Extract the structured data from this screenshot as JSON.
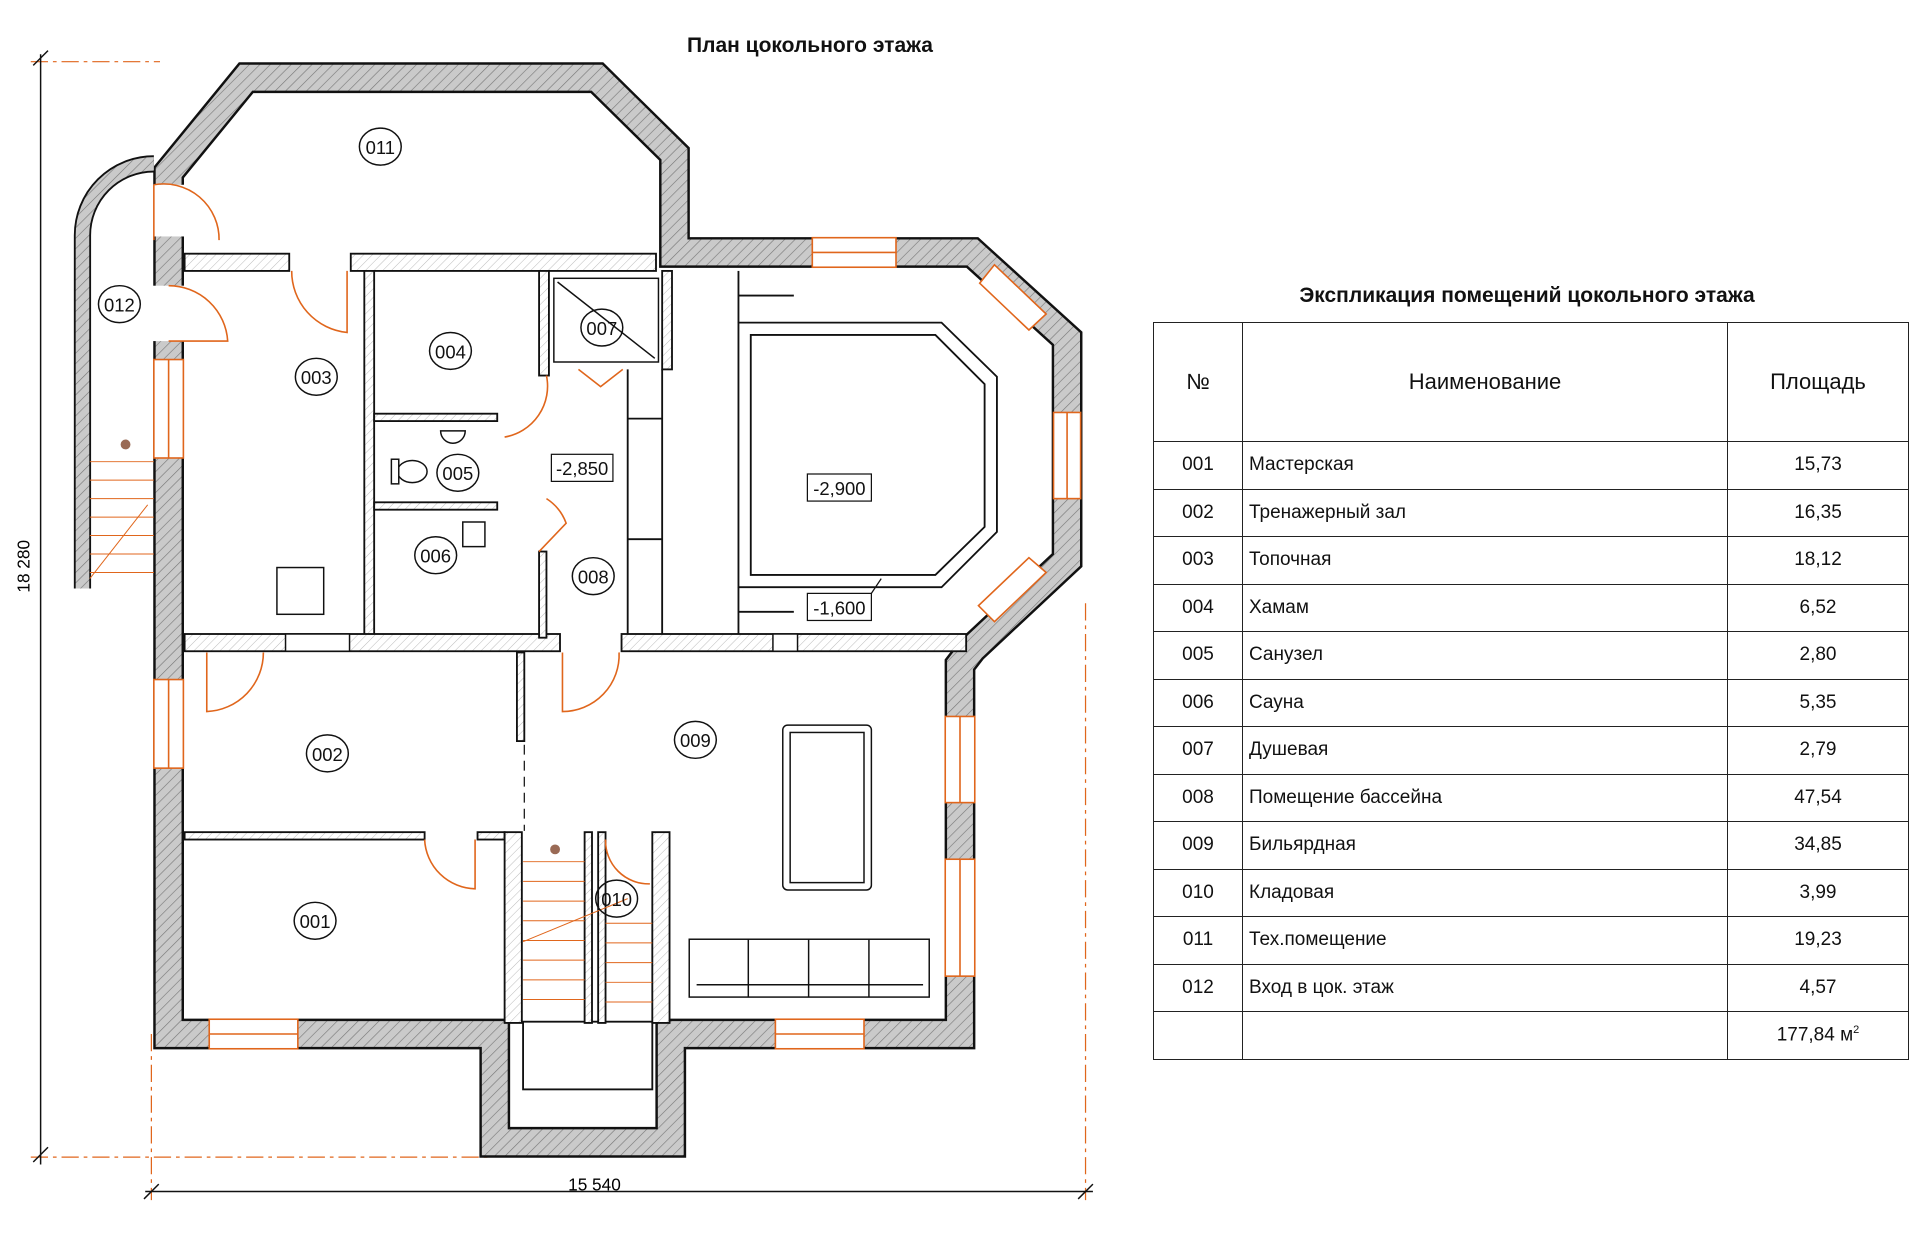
{
  "plan": {
    "title": "План цокольного этажа",
    "rooms": {
      "r001": "001",
      "r002": "002",
      "r003": "003",
      "r004": "004",
      "r005": "005",
      "r006": "006",
      "r007": "007",
      "r008": "008",
      "r009": "009",
      "r010": "010",
      "r011": "011",
      "r012": "012"
    },
    "levels": {
      "corridor": "-2,850",
      "pool": "-2,900",
      "pool_side": "-1,600"
    },
    "dimensions": {
      "height": "18 280",
      "width": "15 540"
    },
    "colors": {
      "wall_fill": "#c9c9c9",
      "accent": "#e0661c",
      "line": "#111111"
    }
  },
  "explication": {
    "title": "Экспликация помещений цокольного этажа",
    "headers": {
      "num": "№",
      "name": "Наименование",
      "area": "Площадь"
    },
    "rows": [
      {
        "num": "001",
        "name": "Мастерская",
        "area": "15,73"
      },
      {
        "num": "002",
        "name": "Тренажерный зал",
        "area": "16,35"
      },
      {
        "num": "003",
        "name": "Топочная",
        "area": "18,12"
      },
      {
        "num": "004",
        "name": "Хамам",
        "area": "6,52"
      },
      {
        "num": "005",
        "name": "Санузел",
        "area": "2,80"
      },
      {
        "num": "006",
        "name": "Сауна",
        "area": "5,35"
      },
      {
        "num": "007",
        "name": "Душевая",
        "area": "2,79"
      },
      {
        "num": "008",
        "name": "Помещение бассейна",
        "area": "47,54"
      },
      {
        "num": "009",
        "name": "Бильярдная",
        "area": "34,85"
      },
      {
        "num": "010",
        "name": "Кладовая",
        "area": "3,99"
      },
      {
        "num": "011",
        "name": "Тех.помещение",
        "area": "19,23"
      },
      {
        "num": "012",
        "name": "Вход в цок. этаж",
        "area": "4,57"
      }
    ],
    "total": {
      "value": "177,84 м",
      "unit_sup": "2"
    }
  }
}
